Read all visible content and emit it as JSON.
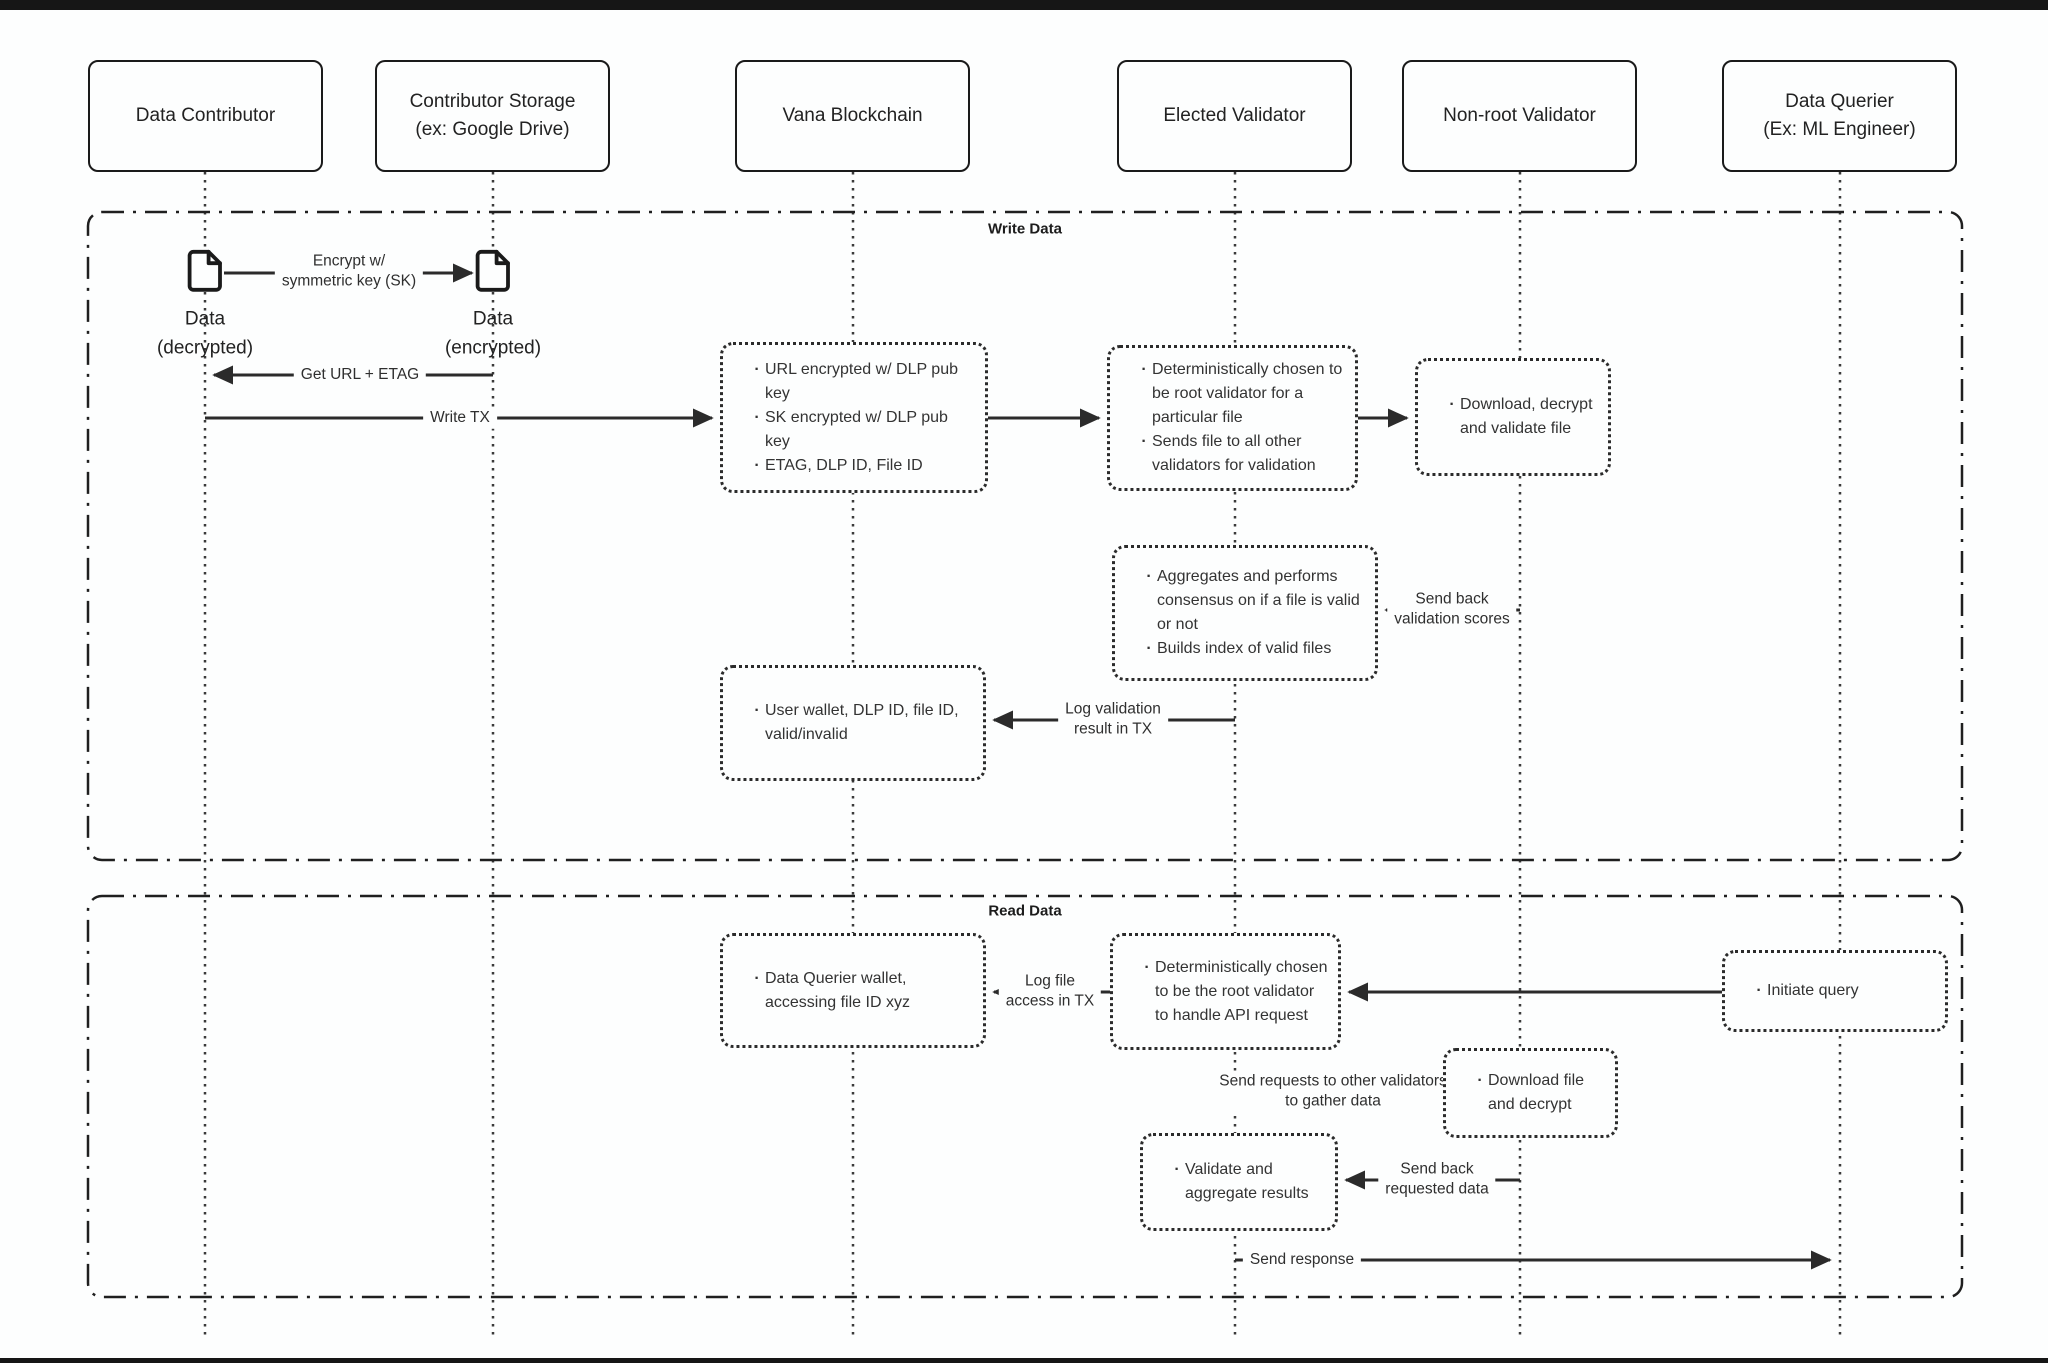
{
  "actors": [
    {
      "lines": [
        "Data Contributor"
      ]
    },
    {
      "lines": [
        "Contributor Storage",
        "(ex: Google Drive)"
      ]
    },
    {
      "lines": [
        "Vana Blockchain"
      ]
    },
    {
      "lines": [
        "Elected Validator"
      ]
    },
    {
      "lines": [
        "Non-root Validator"
      ]
    },
    {
      "lines": [
        "Data Querier",
        "(Ex: ML Engineer)"
      ]
    }
  ],
  "sections": {
    "write": "Write Data",
    "read": "Read Data"
  },
  "write": {
    "data_decrypted": {
      "lines": [
        "Data",
        "(decrypted)"
      ]
    },
    "data_encrypted": {
      "lines": [
        "Data",
        "(encrypted)"
      ]
    },
    "encrypt_label": {
      "lines": [
        "Encrypt w/",
        "symmetric key (SK)"
      ]
    },
    "get_url_label": "Get URL + ETAG",
    "write_tx_label": "Write TX",
    "vana_box1": {
      "bullets": [
        "URL encrypted w/ DLP pub key",
        "SK encrypted w/ DLP pub key",
        "ETAG, DLP ID, File ID"
      ]
    },
    "elected_box1": {
      "bullets": [
        "Deterministically chosen to be root validator for a particular file",
        "Sends file to all other validators for validation"
      ]
    },
    "nonroot_box1": {
      "bullets": [
        "Download, decrypt and validate file"
      ]
    },
    "aggregates_box": {
      "bullets": [
        "Aggregates and performs consensus on if a file is valid or not",
        "Builds index of valid files"
      ]
    },
    "send_back_scores_label": {
      "lines": [
        "Send back",
        "validation scores"
      ]
    },
    "vana_box2": {
      "bullets": [
        "User wallet, DLP ID, file ID, valid/invalid"
      ]
    },
    "log_validation_label": {
      "lines": [
        "Log validation",
        "result in TX"
      ]
    }
  },
  "read": {
    "vana_box3": {
      "bullets": [
        "Data Querier wallet, accessing file ID xyz"
      ]
    },
    "log_file_label": {
      "lines": [
        "Log file",
        "access in TX"
      ]
    },
    "elected_box3": {
      "bullets": [
        "Deterministically chosen to be the root validator to handle API request"
      ]
    },
    "initiate_box": {
      "bullets": [
        "Initiate query"
      ]
    },
    "send_requests_label": {
      "lines": [
        "Send requests to other validators",
        "to gather data"
      ]
    },
    "nonroot_box2": {
      "bullets": [
        "Download file and decrypt"
      ]
    },
    "validate_box": {
      "bullets": [
        "Validate and aggregate results"
      ]
    },
    "send_back_data_label": {
      "lines": [
        "Send back",
        "requested data"
      ]
    },
    "send_response_label": "Send response"
  },
  "colors": {
    "stroke": "#1f1f1f",
    "text": "#2b2b2b",
    "background": "#fdfefe"
  }
}
